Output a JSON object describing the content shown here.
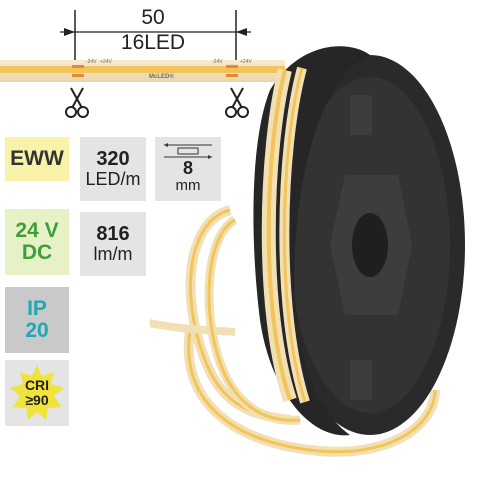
{
  "dimension": {
    "length": "50",
    "led_count": "16LED"
  },
  "strip": {
    "pad_labels": [
      "-24V",
      "+24V",
      "-24V",
      "+24V"
    ],
    "brand": "McLED®"
  },
  "badges": {
    "color_temp": "EWW",
    "voltage_line1": "24 V",
    "voltage_line2": "DC",
    "ip_line1": "IP",
    "ip_line2": "20",
    "cri_line1": "CRI",
    "cri_line2": "≥90"
  },
  "specs": {
    "density_value": "320",
    "density_unit": "LED/m",
    "width_value": "8",
    "width_unit": "mm",
    "flux_value": "816",
    "flux_unit": "lm/m"
  },
  "colors": {
    "strip_base": "#f4e3bd",
    "led_yellow": "#f2c45a",
    "pad_copper": "#e08a3a",
    "reel": "#2a2a2a",
    "eww_tile": "#f8f3a8",
    "dc_tile": "#e6f1c8",
    "ip_tile": "#c9c9c9",
    "cri_star": "#f0e33b",
    "green_text": "#3e9f39",
    "teal_text": "#1fa7b5"
  },
  "icons": [
    "scissors-icon",
    "scissors-icon",
    "strip-width-icon",
    "cri-star-icon"
  ]
}
